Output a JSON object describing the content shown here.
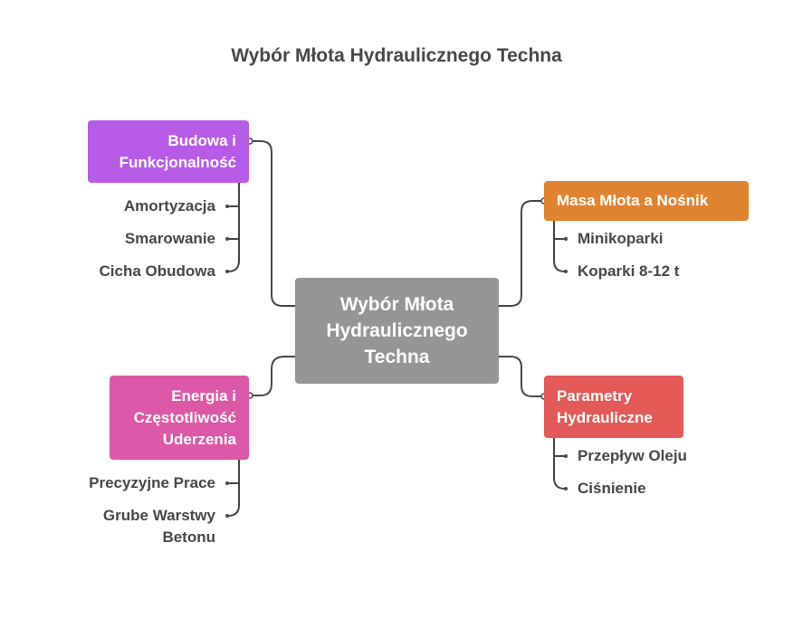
{
  "title": "Wybór Młota Hydraulicznego Techna",
  "center": {
    "lines": [
      "Wybór Młota",
      "Hydraulicznego",
      "Techna"
    ],
    "color": "#959595"
  },
  "branches": {
    "budowa": {
      "lines": [
        "Budowa i",
        "Funkcjonalność"
      ],
      "color": "#b65ce6",
      "leaves": [
        "Amortyzacja",
        "Smarowanie",
        "Cicha Obudowa"
      ]
    },
    "energia": {
      "lines": [
        "Energia i",
        "Częstotliwość",
        "Uderzenia"
      ],
      "color": "#dd58a8",
      "leaves": [
        [
          "Precyzyjne Prace"
        ],
        [
          "Grube Warstwy",
          "Betonu"
        ]
      ]
    },
    "masa": {
      "lines": [
        "Masa Młota a Nośnik"
      ],
      "color": "#e08330",
      "leaves": [
        "Minikoparki",
        "Koparki 8-12 t"
      ]
    },
    "parametry": {
      "lines": [
        "Parametry",
        "Hydrauliczne"
      ],
      "color": "#e35a57",
      "leaves": [
        "Przepływ Oleju",
        "Ciśnienie"
      ]
    }
  },
  "connector_color": "#474747"
}
